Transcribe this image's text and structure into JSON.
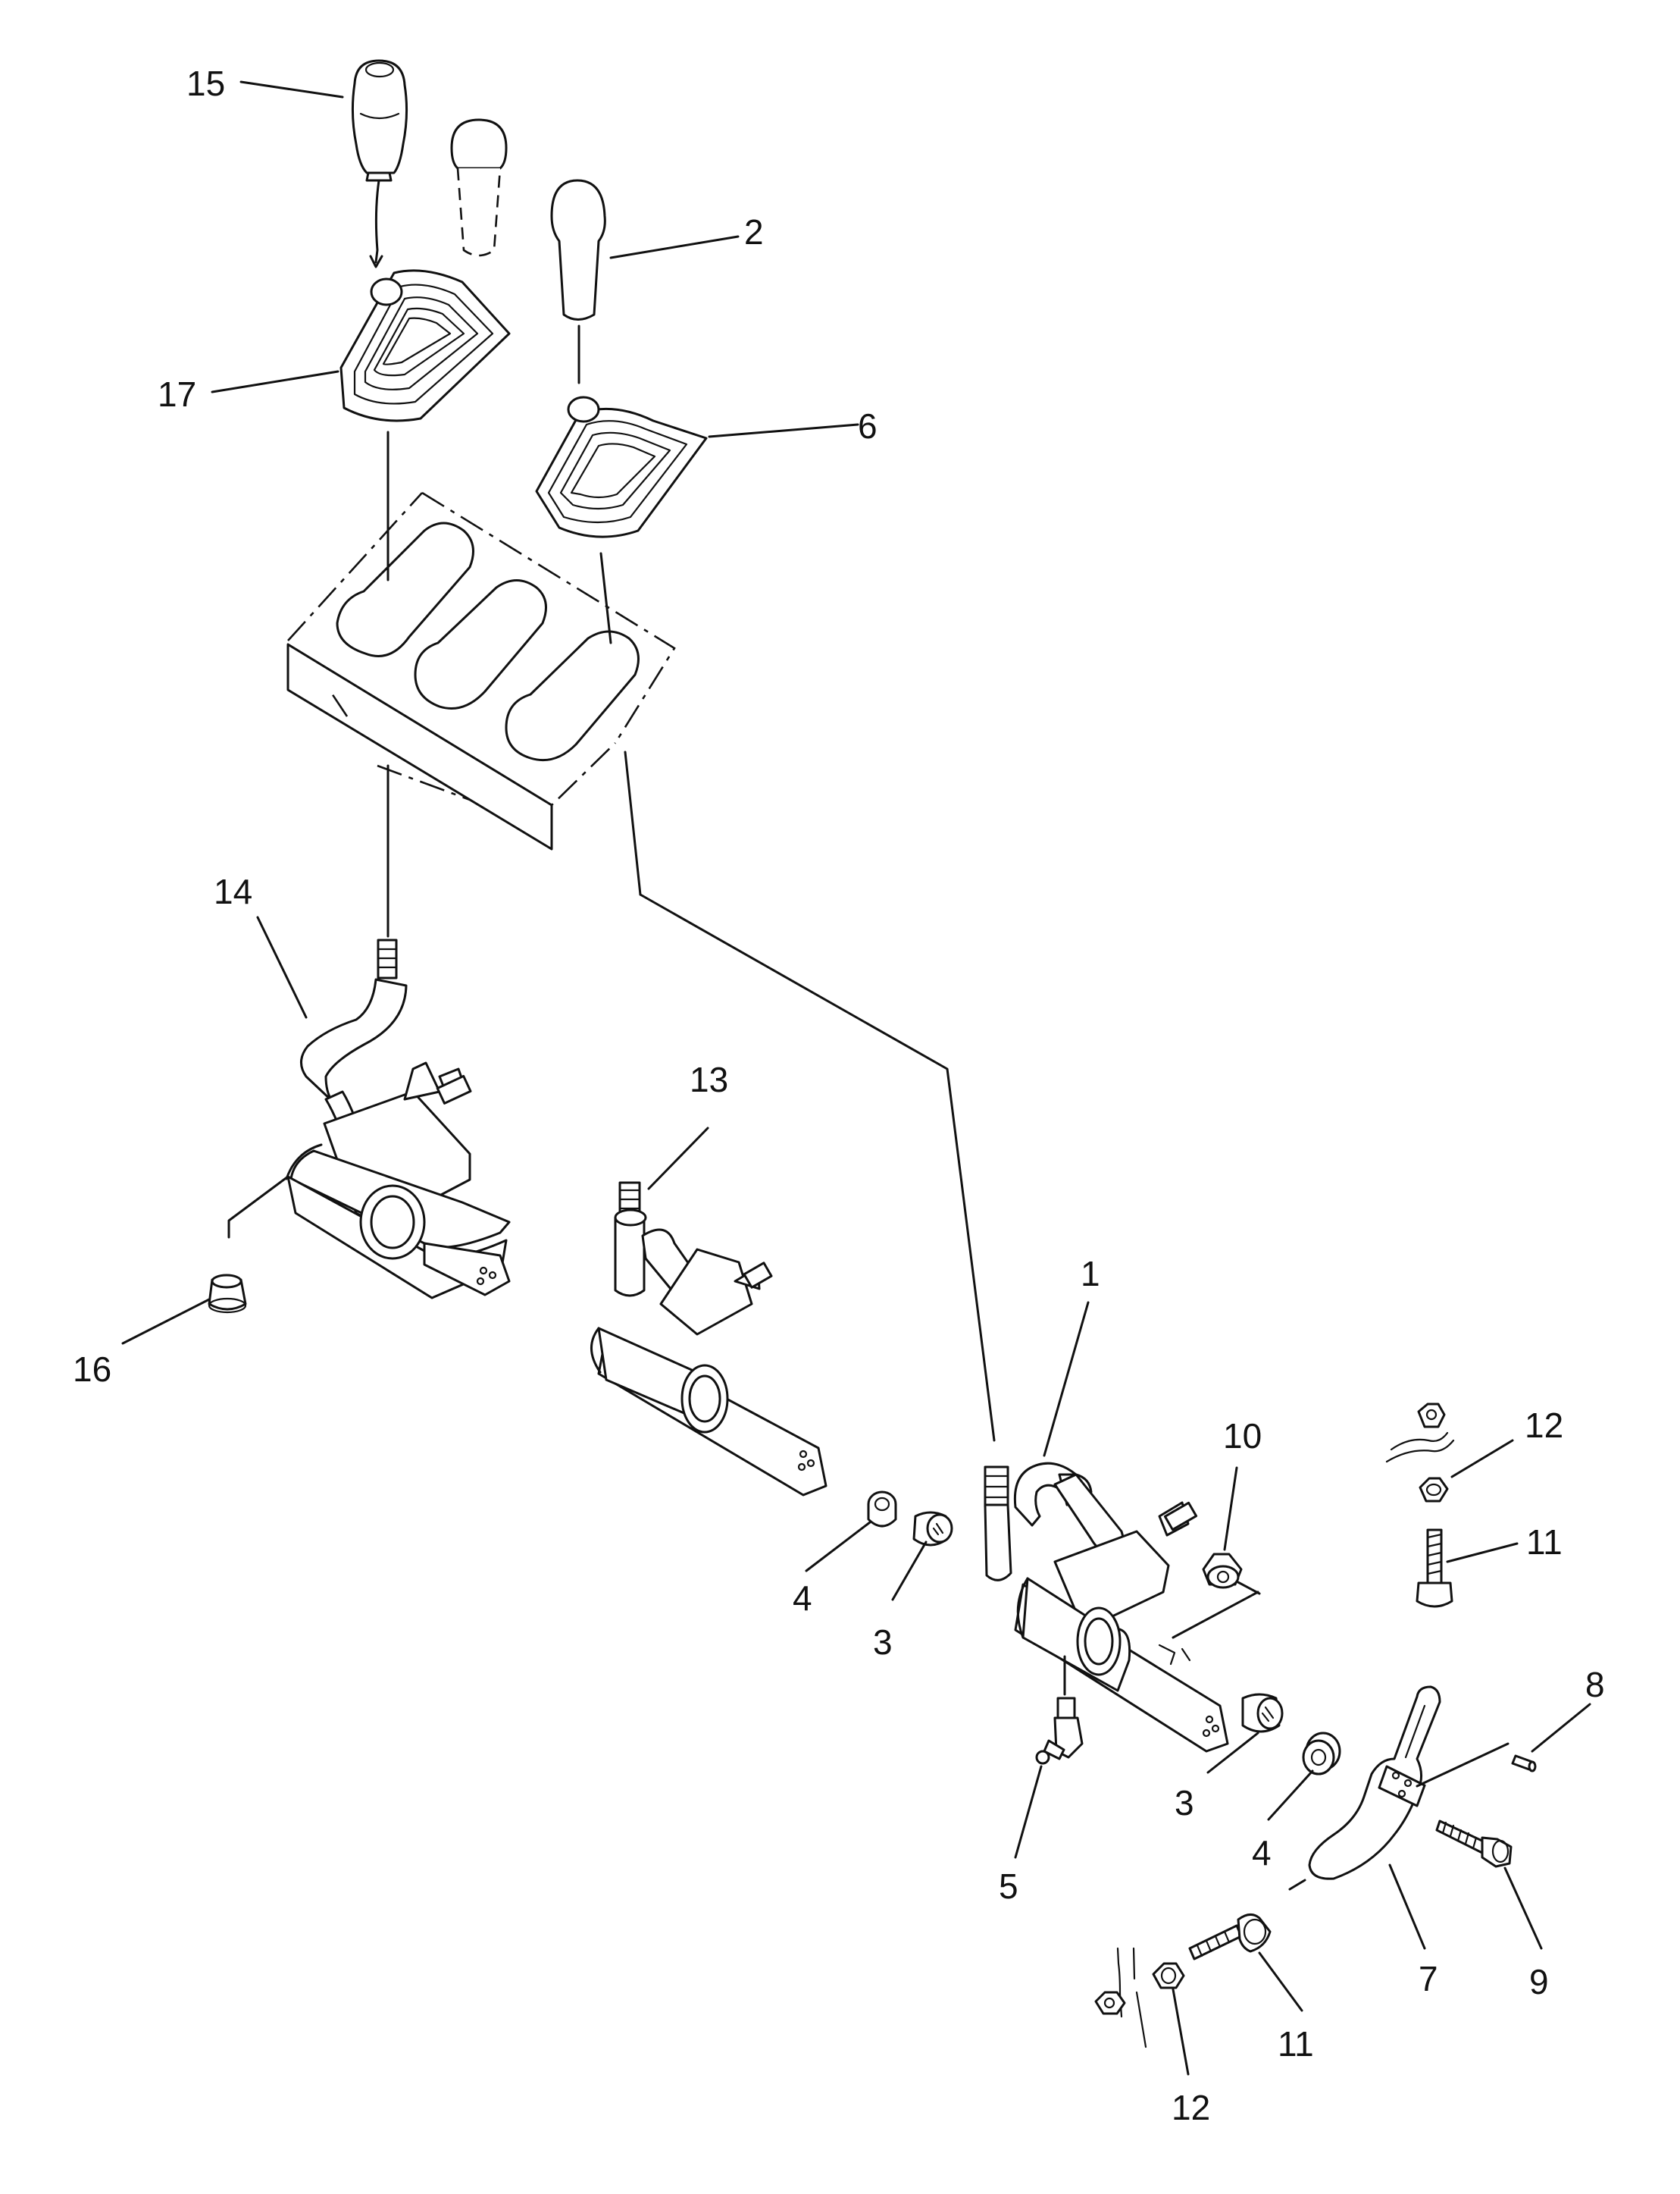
{
  "diagram": {
    "callouts": [
      {
        "id": "c15",
        "label": "15"
      },
      {
        "id": "c2",
        "label": "2"
      },
      {
        "id": "c17",
        "label": "17"
      },
      {
        "id": "c6",
        "label": "6"
      },
      {
        "id": "c14",
        "label": "14"
      },
      {
        "id": "c13",
        "label": "13"
      },
      {
        "id": "c16",
        "label": "16"
      },
      {
        "id": "c1",
        "label": "1"
      },
      {
        "id": "c10",
        "label": "10"
      },
      {
        "id": "c12a",
        "label": "12"
      },
      {
        "id": "c11a",
        "label": "11"
      },
      {
        "id": "c4a",
        "label": "4"
      },
      {
        "id": "c3a",
        "label": "3"
      },
      {
        "id": "c8",
        "label": "8"
      },
      {
        "id": "c3b",
        "label": "3"
      },
      {
        "id": "c4b",
        "label": "4"
      },
      {
        "id": "c5",
        "label": "5"
      },
      {
        "id": "c9",
        "label": "9"
      },
      {
        "id": "c7",
        "label": "7"
      },
      {
        "id": "c11b",
        "label": "11"
      },
      {
        "id": "c12b",
        "label": "12"
      }
    ]
  }
}
